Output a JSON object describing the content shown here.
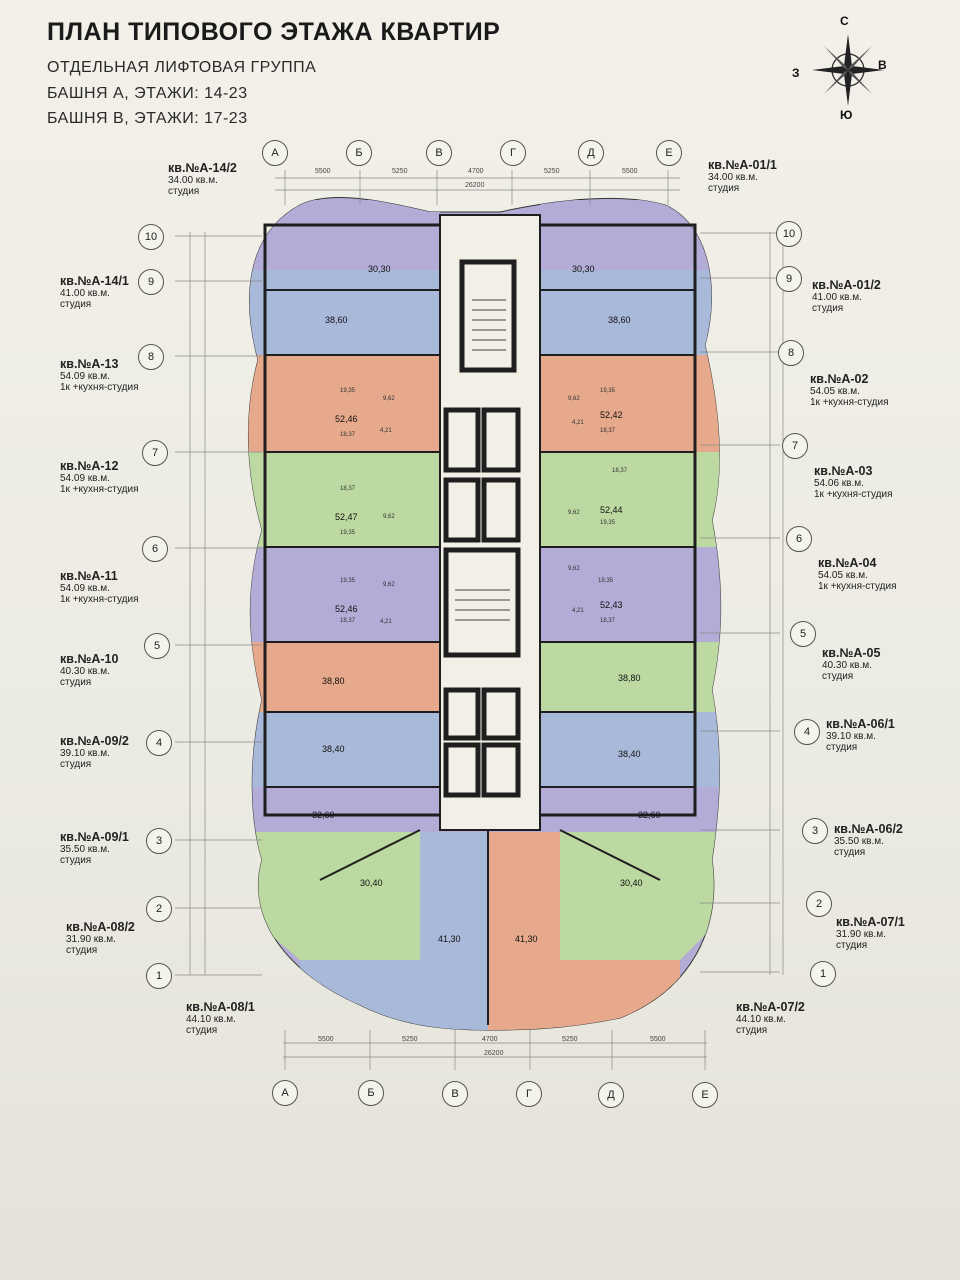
{
  "header": {
    "title": "ПЛАН ТИПОВОГО ЭТАЖА КВАРТИР",
    "subtitle1": "ОТДЕЛЬНАЯ ЛИФТОВАЯ ГРУППА",
    "subtitle2": "БАШНЯ А, ЭТАЖИ: 14-23",
    "subtitle3": "БАШНЯ В, ЭТАЖИ: 17-23"
  },
  "compass": {
    "north": "С",
    "south": "Ю",
    "west": "З",
    "east": "В"
  },
  "axes": {
    "letters": [
      "А",
      "Б",
      "В",
      "Г",
      "Д",
      "Е"
    ],
    "numbers": [
      "10",
      "9",
      "8",
      "7",
      "6",
      "5",
      "4",
      "3",
      "2",
      "1"
    ],
    "top_dims": [
      "5500",
      "5250",
      "4700",
      "5250",
      "5500"
    ],
    "top_total": "26200",
    "bottom_dims": [
      "5500",
      "5250",
      "4700",
      "5250",
      "5500"
    ],
    "bottom_total": "26200"
  },
  "colors": {
    "blue": "#a9b9d9",
    "purple": "#b3acd6",
    "orange": "#e7a98c",
    "green": "#bcd9a2",
    "core": "#f1efe6",
    "wall": "#1e1e1e"
  },
  "apartments_left": [
    {
      "name": "кв.№А-14/2",
      "area": "34.00 кв.м.",
      "type": "студия"
    },
    {
      "name": "кв.№А-14/1",
      "area": "41.00 кв.м.",
      "type": "студия"
    },
    {
      "name": "кв.№А-13",
      "area": "54.09 кв.м.",
      "type": "1к +кухня-студия"
    },
    {
      "name": "кв.№А-12",
      "area": "54.09 кв.м.",
      "type": "1к +кухня-студия"
    },
    {
      "name": "кв.№А-11",
      "area": "54.09 кв.м.",
      "type": "1к +кухня-студия"
    },
    {
      "name": "кв.№А-10",
      "area": "40.30 кв.м.",
      "type": "студия"
    },
    {
      "name": "кв.№А-09/2",
      "area": "39.10 кв.м.",
      "type": "студия"
    },
    {
      "name": "кв.№А-09/1",
      "area": "35.50 кв.м.",
      "type": "студия"
    },
    {
      "name": "кв.№А-08/2",
      "area": "31.90 кв.м.",
      "type": "студия"
    },
    {
      "name": "кв.№А-08/1",
      "area": "44.10 кв.м.",
      "type": "студия"
    }
  ],
  "apartments_right": [
    {
      "name": "кв.№А-01/1",
      "area": "34.00 кв.м.",
      "type": "студия"
    },
    {
      "name": "кв.№А-01/2",
      "area": "41.00 кв.м.",
      "type": "студия"
    },
    {
      "name": "кв.№А-02",
      "area": "54.05 кв.м.",
      "type": "1к +кухня-студия"
    },
    {
      "name": "кв.№А-03",
      "area": "54.06 кв.м.",
      "type": "1к +кухня-студия"
    },
    {
      "name": "кв.№А-04",
      "area": "54.05 кв.м.",
      "type": "1к +кухня-студия"
    },
    {
      "name": "кв.№А-05",
      "area": "40.30 кв.м.",
      "type": "студия"
    },
    {
      "name": "кв.№А-06/1",
      "area": "39.10 кв.м.",
      "type": "студия"
    },
    {
      "name": "кв.№А-06/2",
      "area": "35.50 кв.м.",
      "type": "студия"
    },
    {
      "name": "кв.№А-07/1",
      "area": "31.90 кв.м.",
      "type": "студия"
    },
    {
      "name": "кв.№А-07/2",
      "area": "44.10 кв.м.",
      "type": "студия"
    }
  ],
  "units_left": [
    "30,30",
    "38,60",
    "52,46",
    "52,47",
    "52,46",
    "38,80",
    "38,40",
    "32,60",
    "30,40",
    "41,30"
  ],
  "units_right": [
    "30,30",
    "38,60",
    "52,42",
    "52,44",
    "52,43",
    "38,80",
    "38,40",
    "32,60",
    "30,40",
    "41,30"
  ],
  "room_areas": {
    "bedroom_a": "19,35",
    "bedroom_b": "18,37",
    "bath": "4,21",
    "hall": "9,62"
  }
}
